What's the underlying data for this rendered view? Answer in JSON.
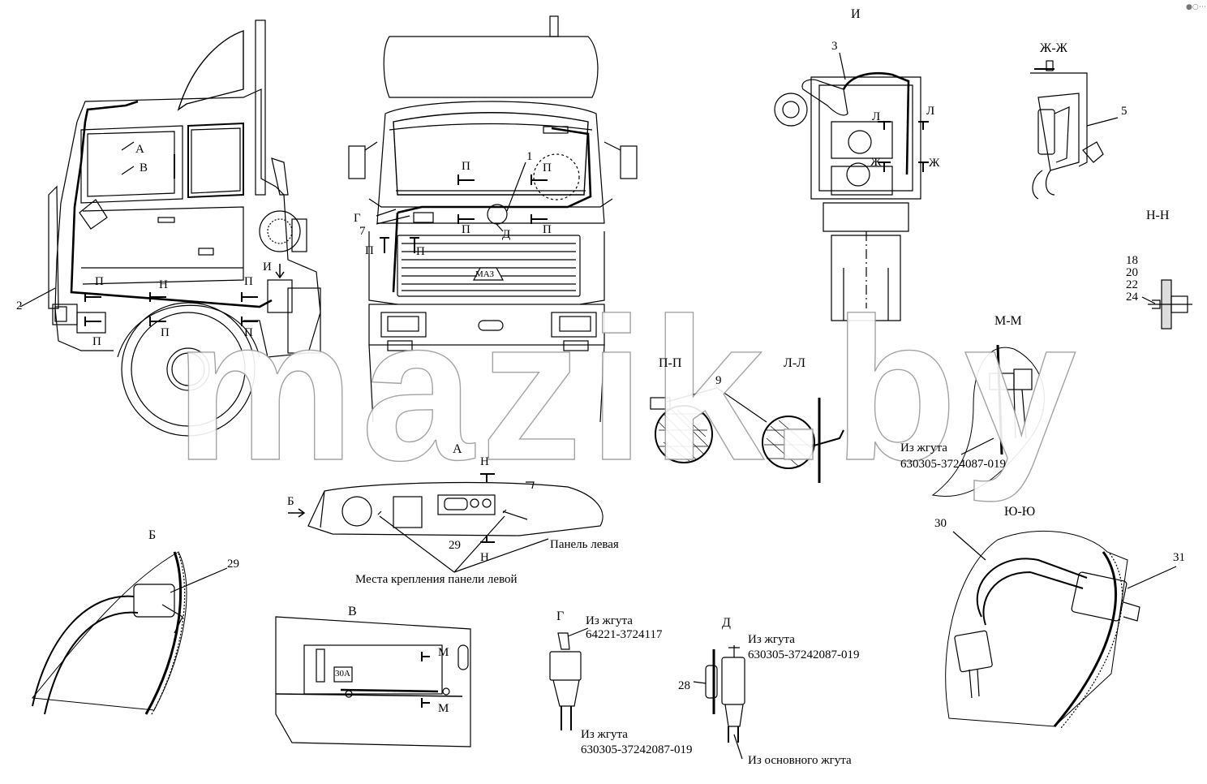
{
  "watermark": "mazik.by",
  "views": {
    "I": "И",
    "ZhZh": "Ж-Ж",
    "NN": "Н-Н",
    "MM": "М-М",
    "PP": "П-П",
    "LL": "Л-Л",
    "A": "А",
    "B": "Б",
    "V": "В",
    "G": "Г",
    "D": "Д",
    "YuYu": "Ю-Ю"
  },
  "markers": {
    "A": "А",
    "B": "Б",
    "V": "В",
    "P": "П",
    "N": "Н",
    "I": "И",
    "G": "Г",
    "D": "Д",
    "L": "Л",
    "Zh": "Ж",
    "M": "М"
  },
  "numbers": {
    "n1": "1",
    "n2": "2",
    "n3": "3",
    "n5": "5",
    "n7": "7",
    "n9": "9",
    "n18": "18",
    "n20": "20",
    "n22": "22",
    "n24": "24",
    "n28": "28",
    "n29": "29",
    "n30": "30",
    "n31": "31"
  },
  "notes": {
    "mm_from": "Из жгута",
    "mm_code": "630305-3724087-019",
    "panel_left": "Панель левая",
    "mount_places": "Места крепления панели левой",
    "g_from": "Из жгута",
    "g_code_top": "64221-3724117",
    "g_from2": "Из жгута",
    "g_code_bottom": "630305-37242087-019",
    "d_from": "Из жгута",
    "d_code": "630305-37242087-019",
    "d_main": "Из основного жгута",
    "fuse": "30А",
    "logo": "МАЗ"
  },
  "corner_icons": [
    "zoom-icon",
    "more-icon"
  ]
}
